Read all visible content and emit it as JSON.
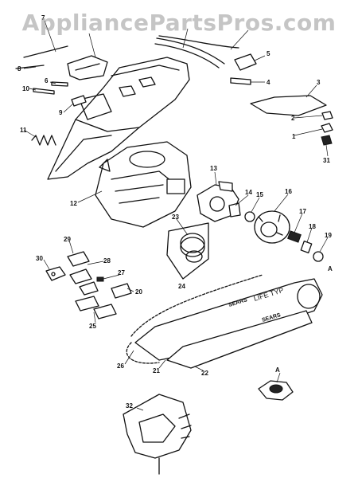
{
  "watermark": "AppliancePartsPros.com",
  "bar_text": {
    "brand": "SEARS",
    "model": "LIFE TYP",
    "brand2": "SEARS"
  },
  "callouts": {
    "c1": "1",
    "c2": "2",
    "c3": "3",
    "c4": "4",
    "c5": "5",
    "c6": "6",
    "c7": "7",
    "c8": "8",
    "c9": "9",
    "c10": "10",
    "c11": "11",
    "c12": "12",
    "c13": "13",
    "c14": "14",
    "c15": "15",
    "c16": "16",
    "c17": "17",
    "c18": "18",
    "c19": "19",
    "c20": "20",
    "c21": "21",
    "c22": "22",
    "c23": "23",
    "c24": "24",
    "c25": "25",
    "c26": "26",
    "c27": "27",
    "c28": "28",
    "c29": "29",
    "c30": "30",
    "c31": "31",
    "c32": "32",
    "cA": "A",
    "cA2": "A"
  }
}
